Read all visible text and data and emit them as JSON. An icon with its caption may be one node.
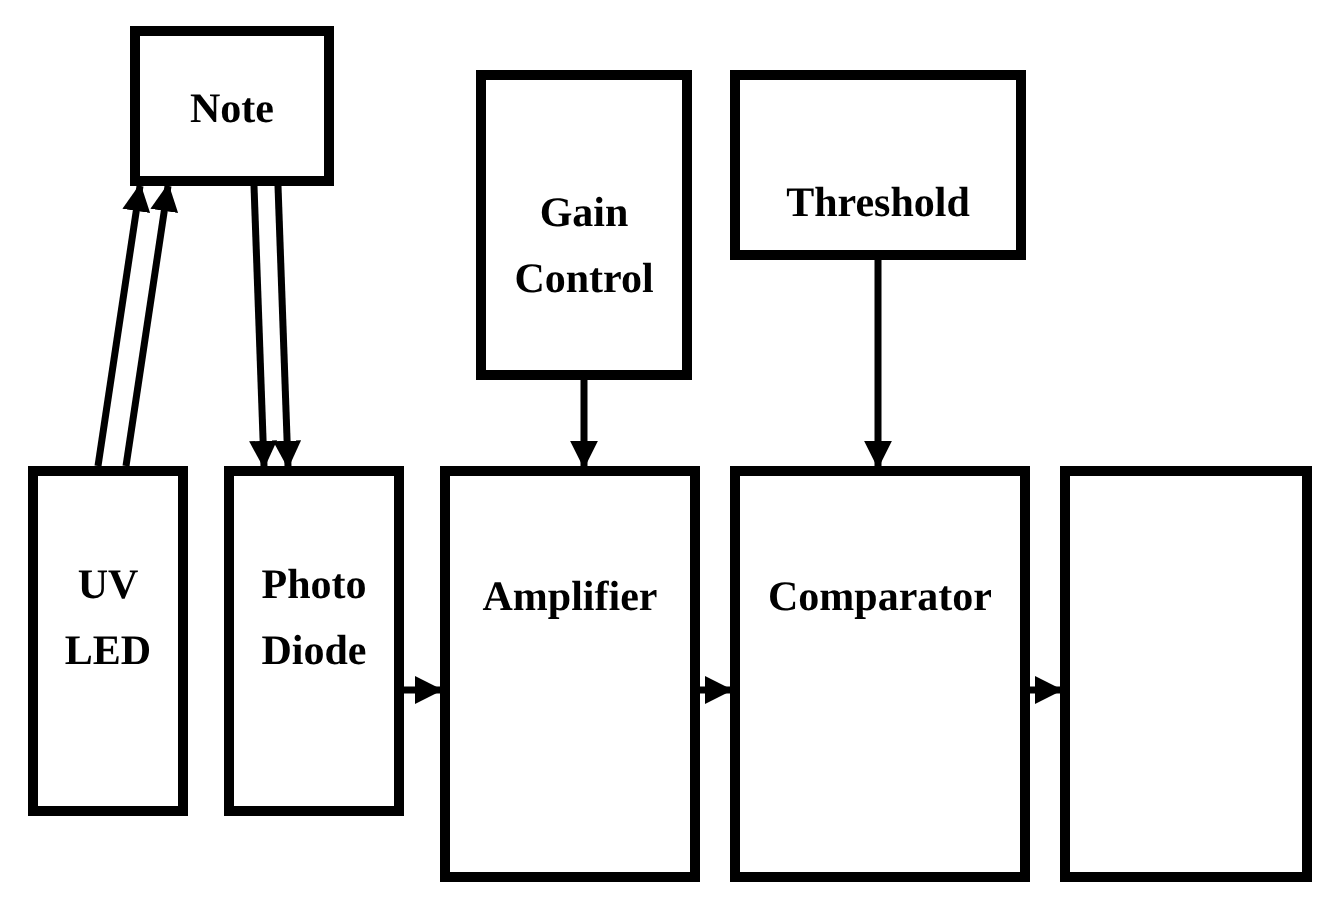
{
  "diagram": {
    "nodes": [
      {
        "text": [
          "Note"
        ]
      },
      {
        "text": [
          "Gain Control"
        ]
      },
      {
        "text": [
          "Threshold"
        ]
      },
      {
        "text": [
          "UV LED"
        ]
      },
      {
        "text": [
          "Photo Diode"
        ]
      },
      {
        "text": [
          "Amplifier"
        ]
      },
      {
        "text": [
          "Comparator"
        ]
      },
      {
        "text": [],
        "shape": "box"
      }
    ],
    "edges": [
      {
        "from": 3,
        "to": 0,
        "arrow": "to"
      },
      {
        "from": 3,
        "to": 0,
        "arrow": "to"
      },
      {
        "from": 0,
        "to": 4,
        "arrow": "to"
      },
      {
        "from": 0,
        "to": 4,
        "arrow": "to"
      },
      {
        "from": 4,
        "to": 5,
        "arrow": "to"
      },
      {
        "from": 5,
        "to": 6,
        "arrow": "to"
      },
      {
        "from": 6,
        "to": 7,
        "arrow": "to"
      },
      {
        "from": 1,
        "to": 5,
        "arrow": "to"
      },
      {
        "from": 2,
        "to": 6,
        "arrow": "to"
      }
    ]
  }
}
